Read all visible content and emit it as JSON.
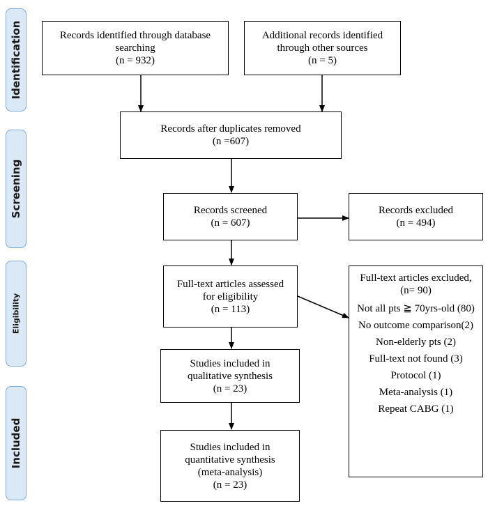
{
  "phases": {
    "identification": "Identification",
    "screening": "Screening",
    "eligibility": "Eligibility",
    "included": "Included"
  },
  "boxes": {
    "database_search": {
      "lines": [
        "Records identified through database",
        "searching",
        "(n = 932)"
      ]
    },
    "other_sources": {
      "lines": [
        "Additional records identified",
        "through other sources",
        "(n = 5)"
      ]
    },
    "duplicates_removed": {
      "lines": [
        "Records after duplicates removed",
        "(n =607)"
      ]
    },
    "screened": {
      "lines": [
        "Records screened",
        "(n = 607)"
      ]
    },
    "excluded": {
      "lines": [
        "Records excluded",
        "(n = 494)"
      ]
    },
    "full_text_assessed": {
      "lines": [
        "Full-text articles assessed",
        "for eligibility",
        "(n = 113)"
      ]
    },
    "full_text_excluded": {
      "title": "Full-text articles excluded,",
      "count": "(n= 90)",
      "reasons": [
        "Not all pts ≧ 70yrs-old (80)",
        "No outcome comparison(2)",
        "Non-elderly pts (2)",
        "Full-text not found (3)",
        "Protocol (1)",
        "Meta-analysis (1)",
        "Repeat CABG (1)"
      ]
    },
    "qualitative": {
      "lines": [
        "Studies included in",
        "qualitative synthesis",
        "(n = 23)"
      ]
    },
    "quantitative": {
      "lines": [
        "Studies included in",
        "quantitative synthesis",
        "(meta-analysis)",
        "(n = 23)"
      ]
    }
  }
}
